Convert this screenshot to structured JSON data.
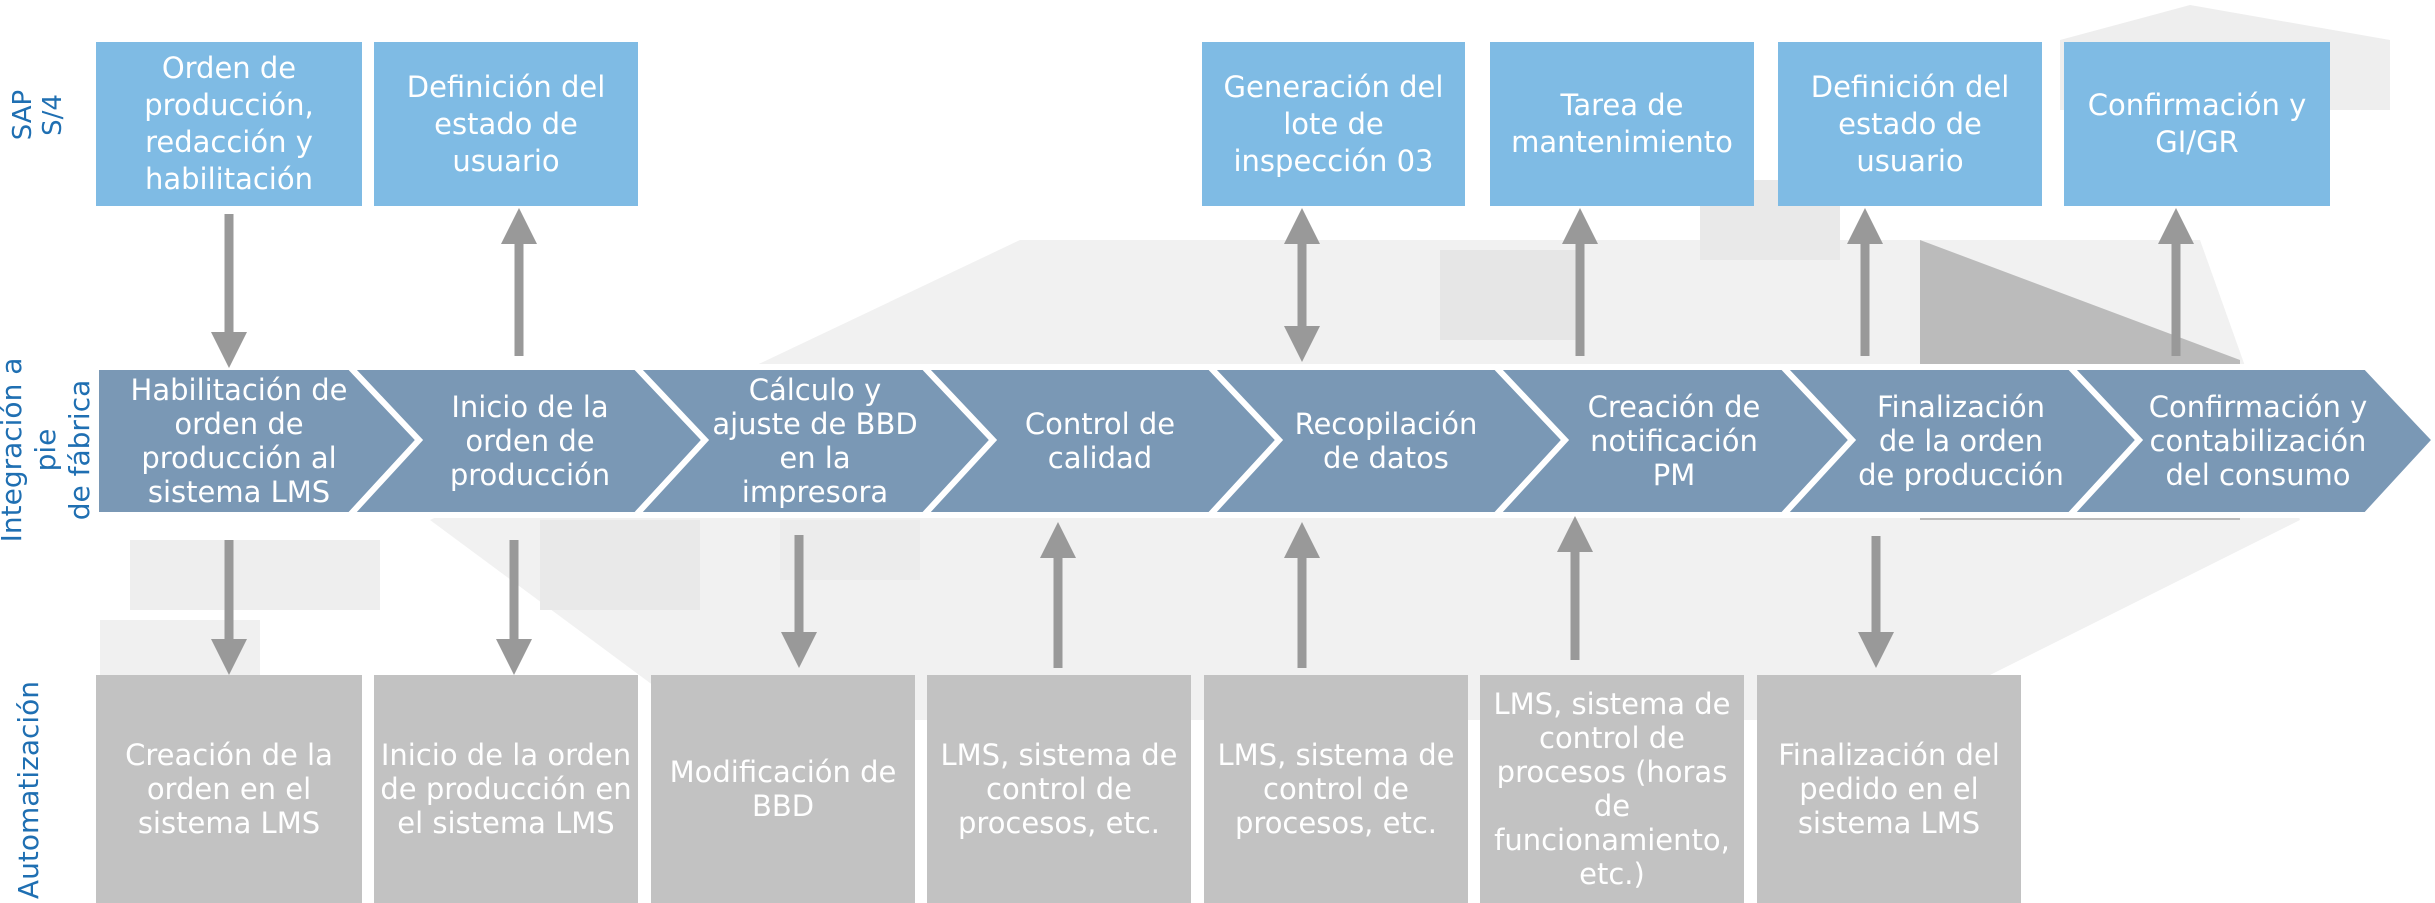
{
  "colors": {
    "sap_box": "#7fbbe4",
    "chevron": "#7a98b5",
    "automation_box": "#c2c2c2",
    "arrow": "#999999",
    "label": "#1f6fb2"
  },
  "rows": {
    "sap": "SAP\nS/4",
    "integration": "Integración a pie\nde fábrica",
    "automation": "Automatización"
  },
  "sap_boxes": [
    "Orden de\nproducción,\nredacción y\nhabilitación",
    "Definición del\nestado de\nusuario",
    "Generación del\nlote de\ninspección 03",
    "Tarea de\nmantenimiento",
    "Definición del\nestado de\nusuario",
    "Confirmación y\nGI/GR"
  ],
  "chevrons": [
    "Habilitación de\norden de\nproducción al\nsistema LMS",
    "Inicio de la\norden de\nproducción",
    "Cálculo y\najuste de BBD\nen la\nimpresora",
    "Control de\ncalidad",
    "Recopilación\nde datos",
    "Creación de\nnotificación\nPM",
    "Finalización\nde la orden\nde producción",
    "Confirmación y\ncontabilización\ndel consumo"
  ],
  "automation_boxes": [
    "Creación de la\norden en el\nsistema LMS",
    "Inicio de la orden\nde producción en\nel sistema LMS",
    "Modificación de\nBBD",
    "LMS, sistema de\ncontrol de\nprocesos, etc.",
    "LMS, sistema de\ncontrol de\nprocesos, etc.",
    "LMS, sistema de\ncontrol de\nprocesos (horas\nde\nfuncionamiento,\netc.)",
    "Finalización del\npedido en el\nsistema LMS"
  ]
}
